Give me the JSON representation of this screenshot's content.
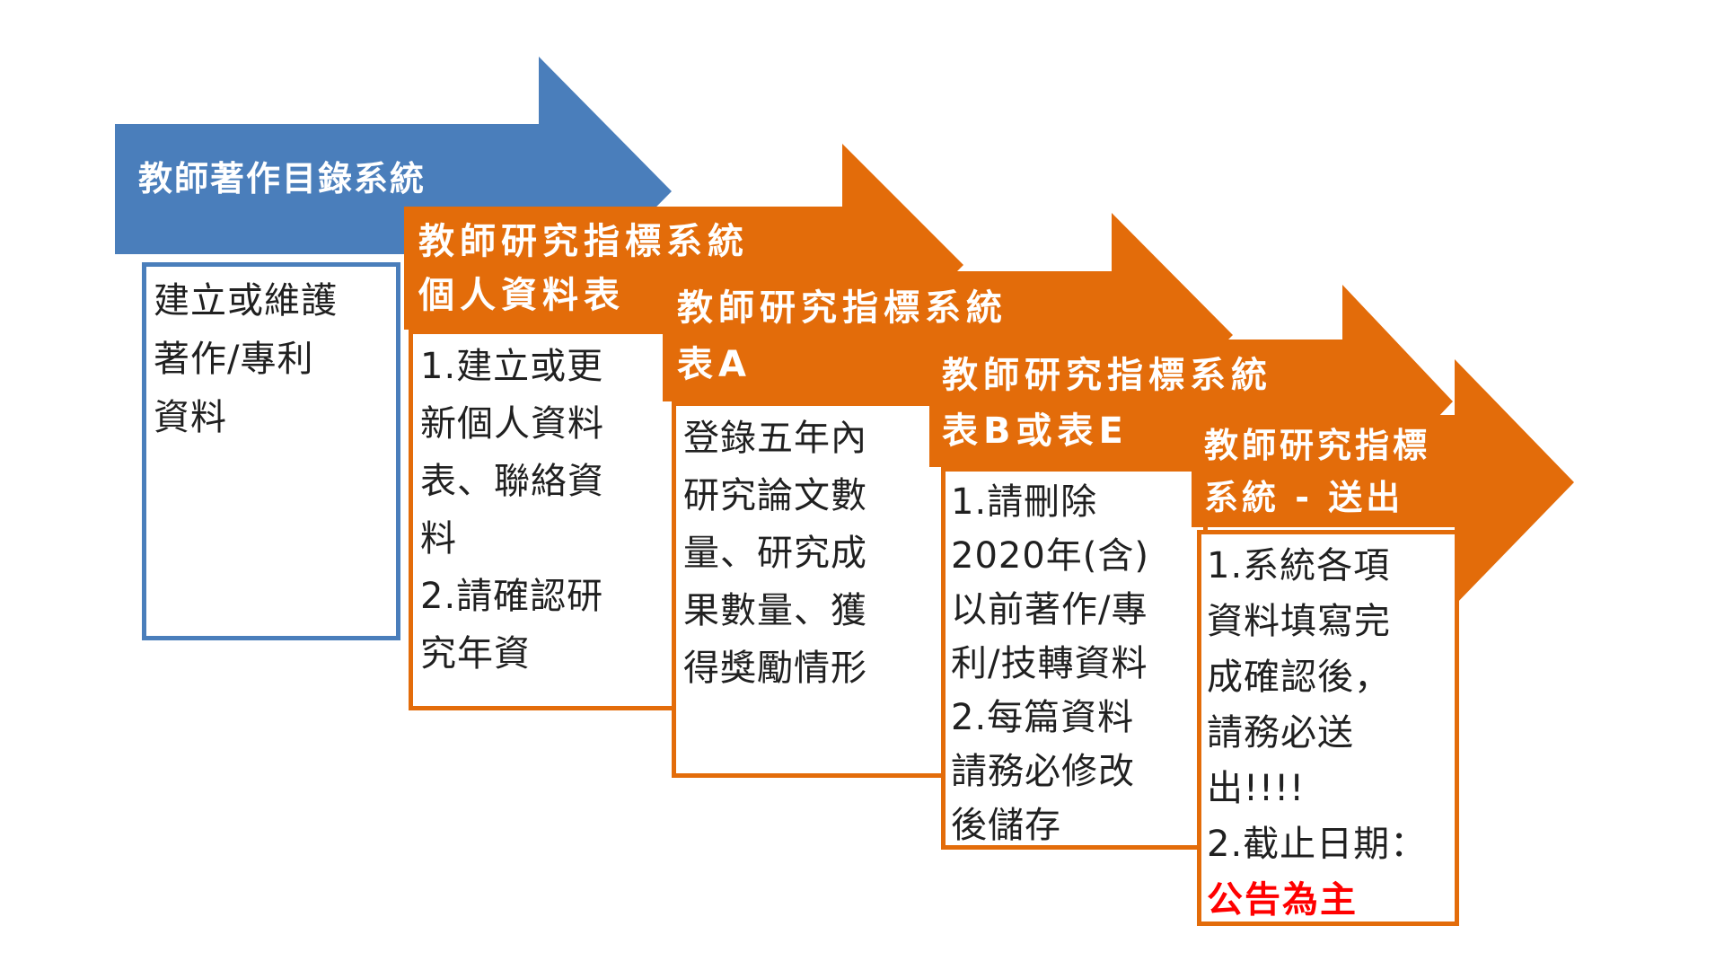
{
  "colors": {
    "blue": "#4A7EBB",
    "orange": "#E36C0A",
    "red": "#FF0000",
    "body_text": "#202020",
    "banner_text": "#FFFFFF",
    "background": "#FFFFFF"
  },
  "diagram": {
    "type": "process-arrow-flow",
    "steps": [
      {
        "id": 1,
        "accent": "#4A7EBB",
        "header_lines": [
          "教師著作目錄系統"
        ],
        "body_lines": [
          "建立或維護",
          "著作/專利",
          "資料"
        ]
      },
      {
        "id": 2,
        "accent": "#E36C0A",
        "header_lines": [
          "教師研究指標系統",
          "個人資料表"
        ],
        "body_lines": [
          "1.建立或更",
          "新個人資料",
          "表、聯絡資",
          "料",
          "2.請確認研",
          "究年資"
        ]
      },
      {
        "id": 3,
        "accent": "#E36C0A",
        "header_lines": [
          "教師研究指標系統",
          "表A"
        ],
        "body_lines": [
          "登錄五年內",
          "研究論文數",
          "量、研究成",
          "果數量、獲",
          "得獎勵情形"
        ]
      },
      {
        "id": 4,
        "accent": "#E36C0A",
        "header_lines": [
          "教師研究指標系統",
          "表B或表E"
        ],
        "body_lines": [
          "1.請刪除",
          "2020年(含)",
          "以前著作/專",
          "利/技轉資料",
          "2.每篇資料",
          "請務必修改",
          "後儲存"
        ]
      },
      {
        "id": 5,
        "accent": "#E36C0A",
        "header_lines": [
          "教師研究指標",
          "系統 - 送出"
        ],
        "body_lines": [
          "1.系統各項",
          "資料填寫完",
          "成確認後，",
          "請務必送",
          "出!!!!",
          "2.截止日期："
        ],
        "highlight": "公告為主",
        "highlight_color": "#FF0000"
      }
    ]
  }
}
